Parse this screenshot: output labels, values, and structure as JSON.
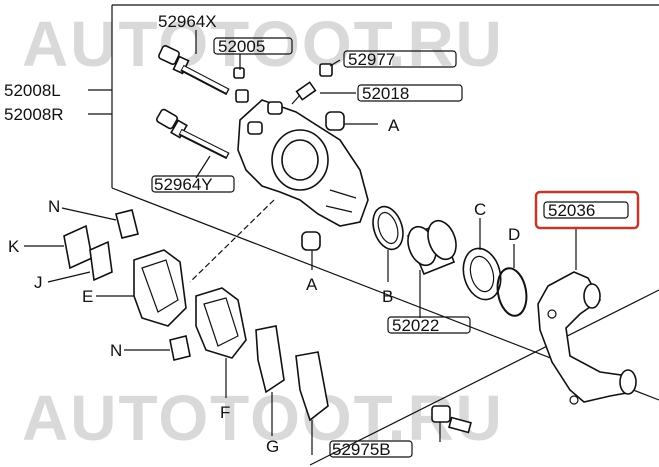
{
  "watermark": "AUTOTOOT.RU",
  "highlight_color": "#c0392b",
  "labels": {
    "p52964x": "52964X",
    "p52005": "52005",
    "p52977": "52977",
    "p52018": "52018",
    "p52008l": "52008L",
    "p52008r": "52008R",
    "p52964y": "52964Y",
    "a1": "A",
    "a2": "A",
    "b": "B",
    "c": "C",
    "d": "D",
    "e": "E",
    "f": "F",
    "g": "G",
    "j": "J",
    "k": "K",
    "n1": "N",
    "n2": "N",
    "p52036": "52036",
    "p52022": "52022",
    "p52975b": "52975B"
  }
}
